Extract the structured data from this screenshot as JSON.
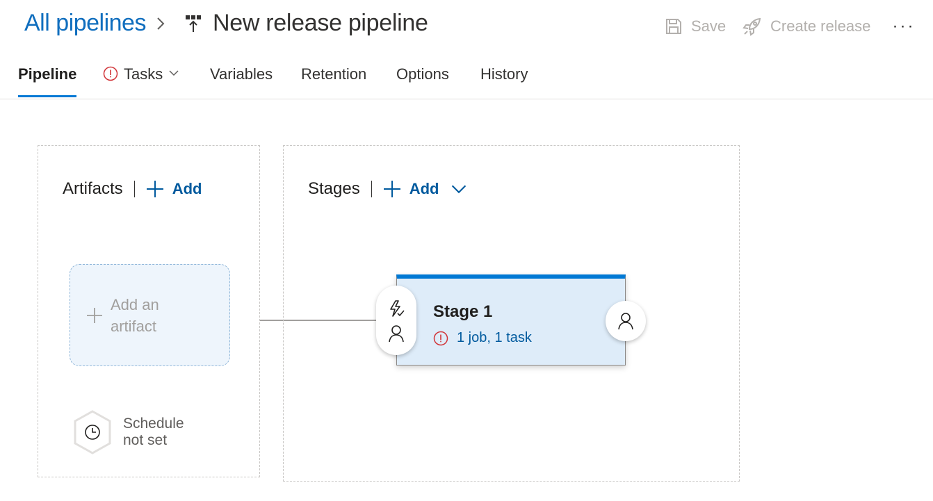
{
  "header": {
    "breadcrumb_root": "All pipelines",
    "title": "New release pipeline",
    "save_label": "Save",
    "create_release_label": "Create release",
    "more_label": "···"
  },
  "tabs": [
    {
      "label": "Pipeline",
      "active": true
    },
    {
      "label": "Tasks",
      "warning": true,
      "dropdown": true
    },
    {
      "label": "Variables"
    },
    {
      "label": "Retention"
    },
    {
      "label": "Options"
    },
    {
      "label": "History"
    }
  ],
  "artifacts": {
    "title": "Artifacts",
    "add_label": "Add",
    "add_artifact_label": "Add an artifact",
    "schedule_label": "Schedule not set"
  },
  "stages": {
    "title": "Stages",
    "add_label": "Add",
    "items": [
      {
        "name": "Stage 1",
        "summary": "1 job, 1 task",
        "warning": true
      }
    ]
  },
  "colors": {
    "accent": "#0078d4",
    "link": "#106ebe",
    "warning": "#d13438",
    "stage_bg": "#deecf9"
  },
  "icons": [
    "chevron-right-icon",
    "pipeline-icon",
    "save-icon",
    "rocket-icon",
    "more-icon",
    "warning-icon",
    "chevron-down-icon",
    "plus-icon",
    "clock-icon",
    "trigger-icon",
    "person-icon"
  ]
}
